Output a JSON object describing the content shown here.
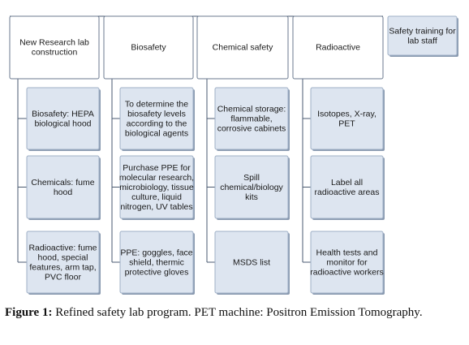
{
  "diagram": {
    "headers": [
      {
        "id": "new-research-lab",
        "lines": [
          "New Research lab",
          "construction"
        ]
      },
      {
        "id": "biosafety",
        "lines": [
          "Biosafety"
        ]
      },
      {
        "id": "chemical-safety",
        "lines": [
          "Chemical safety"
        ]
      },
      {
        "id": "radioactive",
        "lines": [
          "Radioactive"
        ]
      },
      {
        "id": "safety-training",
        "lines": [
          "Safety training for",
          "lab staff"
        ]
      }
    ],
    "columns": [
      {
        "header": "new-research-lab",
        "items": [
          [
            "Biosafety: HEPA",
            "biological hood"
          ],
          [
            "Chemicals: fume",
            "hood"
          ],
          [
            "Radioactive: fume",
            "hood, special",
            "features,  arm  tap,",
            "PVC floor"
          ]
        ]
      },
      {
        "header": "biosafety",
        "items": [
          [
            "To determine the",
            "biosafety levels",
            "according to the",
            "biological agents"
          ],
          [
            "Purchase PPE for",
            "molecular research,",
            "microbiology, tissue",
            "culture,  liquid",
            "nitrogen, UV tables"
          ],
          [
            "PPE: goggles, face",
            "shield, thermic",
            "protective gloves"
          ]
        ]
      },
      {
        "header": "chemical-safety",
        "items": [
          [
            "Chemical storage:",
            "flammable,",
            "corrosive cabinets"
          ],
          [
            "Spill",
            "chemical/biology",
            "kits"
          ],
          [
            "MSDS list"
          ]
        ]
      },
      {
        "header": "radioactive",
        "items": [
          [
            "Isotopes, X-ray,",
            "PET"
          ],
          [
            "Label all",
            "radioactive areas"
          ],
          [
            "Health tests and",
            "monitor for",
            "radioactive workers"
          ]
        ]
      }
    ],
    "colors": {
      "box_fill": "#dde5f0",
      "box_stroke": "#9fb0c6",
      "line": "#4a5a70",
      "text": "#1a1a1a"
    }
  },
  "caption": {
    "label": "Figure 1:",
    "text": " Refined safety lab program. PET machine: Positron Emission Tomography."
  }
}
